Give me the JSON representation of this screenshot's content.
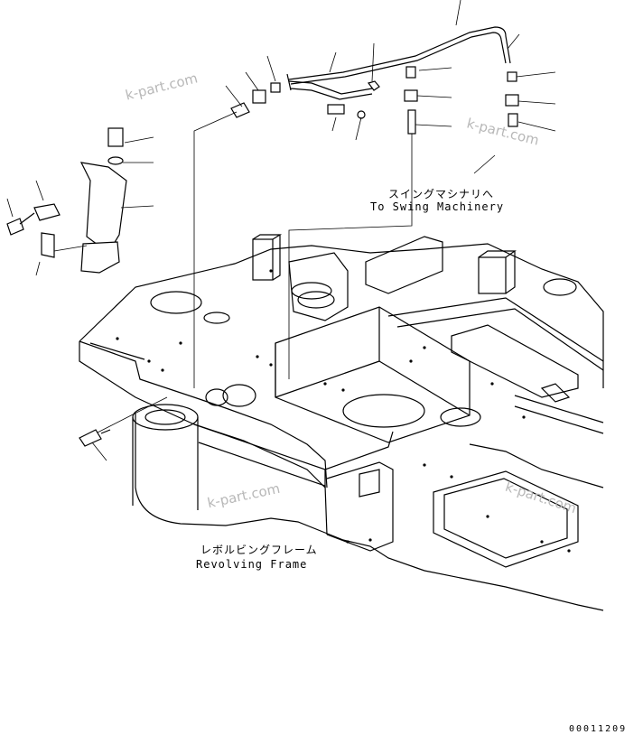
{
  "labels": {
    "swing_machinery_jp": "スイングマシナリへ",
    "swing_machinery_en": "To Swing Machinery",
    "revolving_frame_jp": "レボルビングフレーム",
    "revolving_frame_en": "Revolving Frame",
    "drawing_number": "00011209"
  },
  "watermark": {
    "text": "k-part.com",
    "color": "#b8b8b8"
  }
}
